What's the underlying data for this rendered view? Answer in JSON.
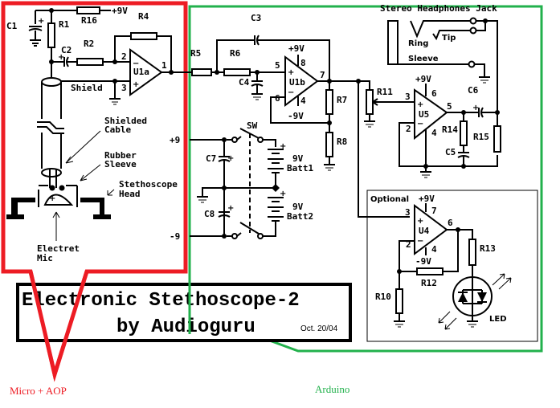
{
  "title": {
    "line1": "Electronic Stethoscope-2",
    "line2": "by Audioguru",
    "date": "Oct. 20/04"
  },
  "annotations": {
    "micro_aop": {
      "label": "Micro + AOP",
      "color": "#ed1c24"
    },
    "arduino": {
      "label": "Arduino",
      "color": "#22b14c"
    }
  },
  "components": {
    "C1": "C1",
    "C2": "C2",
    "C3": "C3",
    "C4": "C4",
    "C5": "C5",
    "C6": "C6",
    "C7": "C7",
    "C8": "C8",
    "R1": "R1",
    "R2": "R2",
    "R4": "R4",
    "R5": "R5",
    "R6": "R6",
    "R7": "R7",
    "R8": "R8",
    "R10": "R10",
    "R11": "R11",
    "R12": "R12",
    "R13": "R13",
    "R14": "R14",
    "R15": "R15",
    "R16": "R16",
    "U1a": "U1a",
    "U1b": "U1b",
    "U4": "U4",
    "U5": "U5",
    "SW": "SW",
    "LED": "LED"
  },
  "pins": {
    "u1a": {
      "inv": "2",
      "noninv": "3",
      "out": "1"
    },
    "u1b": {
      "noninv": "5",
      "inv": "6",
      "out": "7",
      "vp": "8",
      "vn": "4"
    },
    "u5": {
      "noninv": "3",
      "inv": "2",
      "out": "5",
      "vp": "6",
      "vn": "4"
    },
    "u4": {
      "noninv": "3",
      "inv": "2",
      "out": "6",
      "vp": "7",
      "vn": "4"
    }
  },
  "rails": {
    "pos": "+9V",
    "neg": "-9V",
    "pos_short": "+9",
    "neg_short": "-9"
  },
  "batteries": {
    "b1_v": "9V",
    "b1_name": "Batt1",
    "b2_v": "9V",
    "b2_name": "Batt2"
  },
  "labels": {
    "shield": "Shield",
    "shielded_cable_1": "Shielded",
    "shielded_cable_2": "Cable",
    "rubber_sleeve_1": "Rubber",
    "rubber_sleeve_2": "Sleeve",
    "steth_head_1": "Stethoscope",
    "steth_head_2": "Head",
    "electret_1": "Electret",
    "electret_2": "Mic",
    "jack_title": "Stereo Headphones Jack",
    "ring": "Ring",
    "tip": "Tip",
    "sleeve": "Sleeve",
    "optional": "Optional",
    "plus": "+",
    "minus": "−"
  }
}
